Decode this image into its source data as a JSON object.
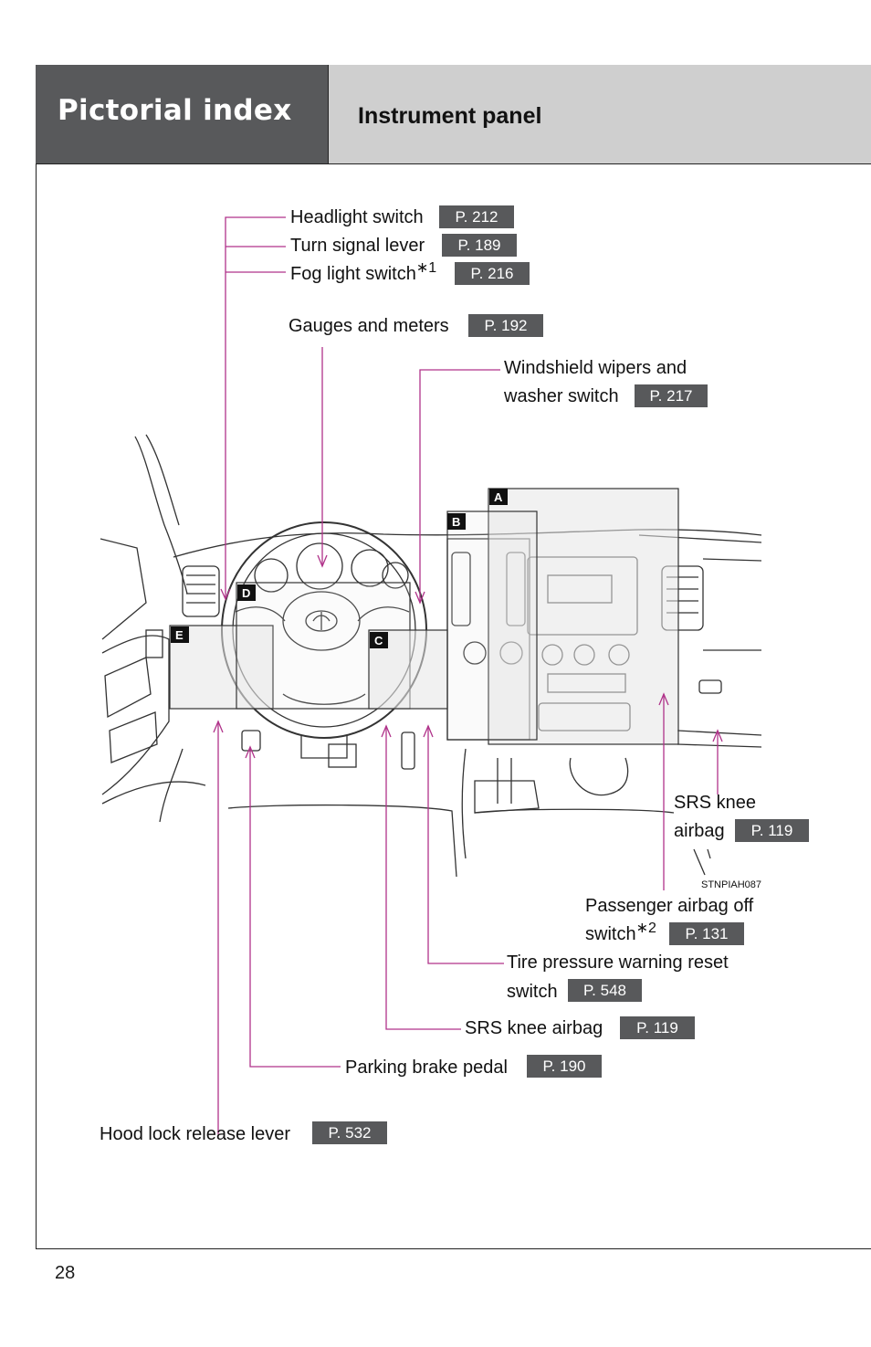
{
  "header": {
    "section_title": "Pictorial index",
    "page_title": "Instrument panel"
  },
  "callouts": {
    "headlight_switch": {
      "label": "Headlight switch",
      "page": "P. 212"
    },
    "turn_signal_lever": {
      "label": "Turn signal lever",
      "page": "P. 189"
    },
    "fog_light_switch": {
      "label": "Fog light switch",
      "mark": "∗1",
      "page": "P. 216"
    },
    "gauges_meters": {
      "label": "Gauges and meters",
      "page": "P. 192"
    },
    "wipers_line1": "Windshield wipers and",
    "wipers_line2": "washer switch",
    "wipers_page": "P. 217",
    "srs_knee_right_line1": "SRS knee",
    "srs_knee_right_line2": "airbag",
    "srs_knee_right_page": "P. 119",
    "passenger_airbag_line1": "Passenger airbag off",
    "passenger_airbag_line2": "switch",
    "passenger_airbag_mark": "∗2",
    "passenger_airbag_page": "P. 131",
    "tire_pressure_line1": "Tire pressure warning reset",
    "tire_pressure_line2": "switch",
    "tire_pressure_page": "P. 548",
    "srs_knee_airbag": {
      "label": "SRS knee airbag",
      "page": "P. 119"
    },
    "parking_brake": {
      "label": "Parking brake pedal",
      "page": "P. 190"
    },
    "hood_lock": {
      "label": "Hood lock release lever",
      "page": "P. 532"
    }
  },
  "box_tags": {
    "a": "A",
    "b": "B",
    "c": "C",
    "d": "D",
    "e": "E"
  },
  "image_code": "STNPIAH087",
  "page_number": "28",
  "colors": {
    "header_dark": "#58595b",
    "header_light": "#cfcfcf",
    "leader_line": "#b0338a",
    "page_ref_bg": "#58595b"
  }
}
